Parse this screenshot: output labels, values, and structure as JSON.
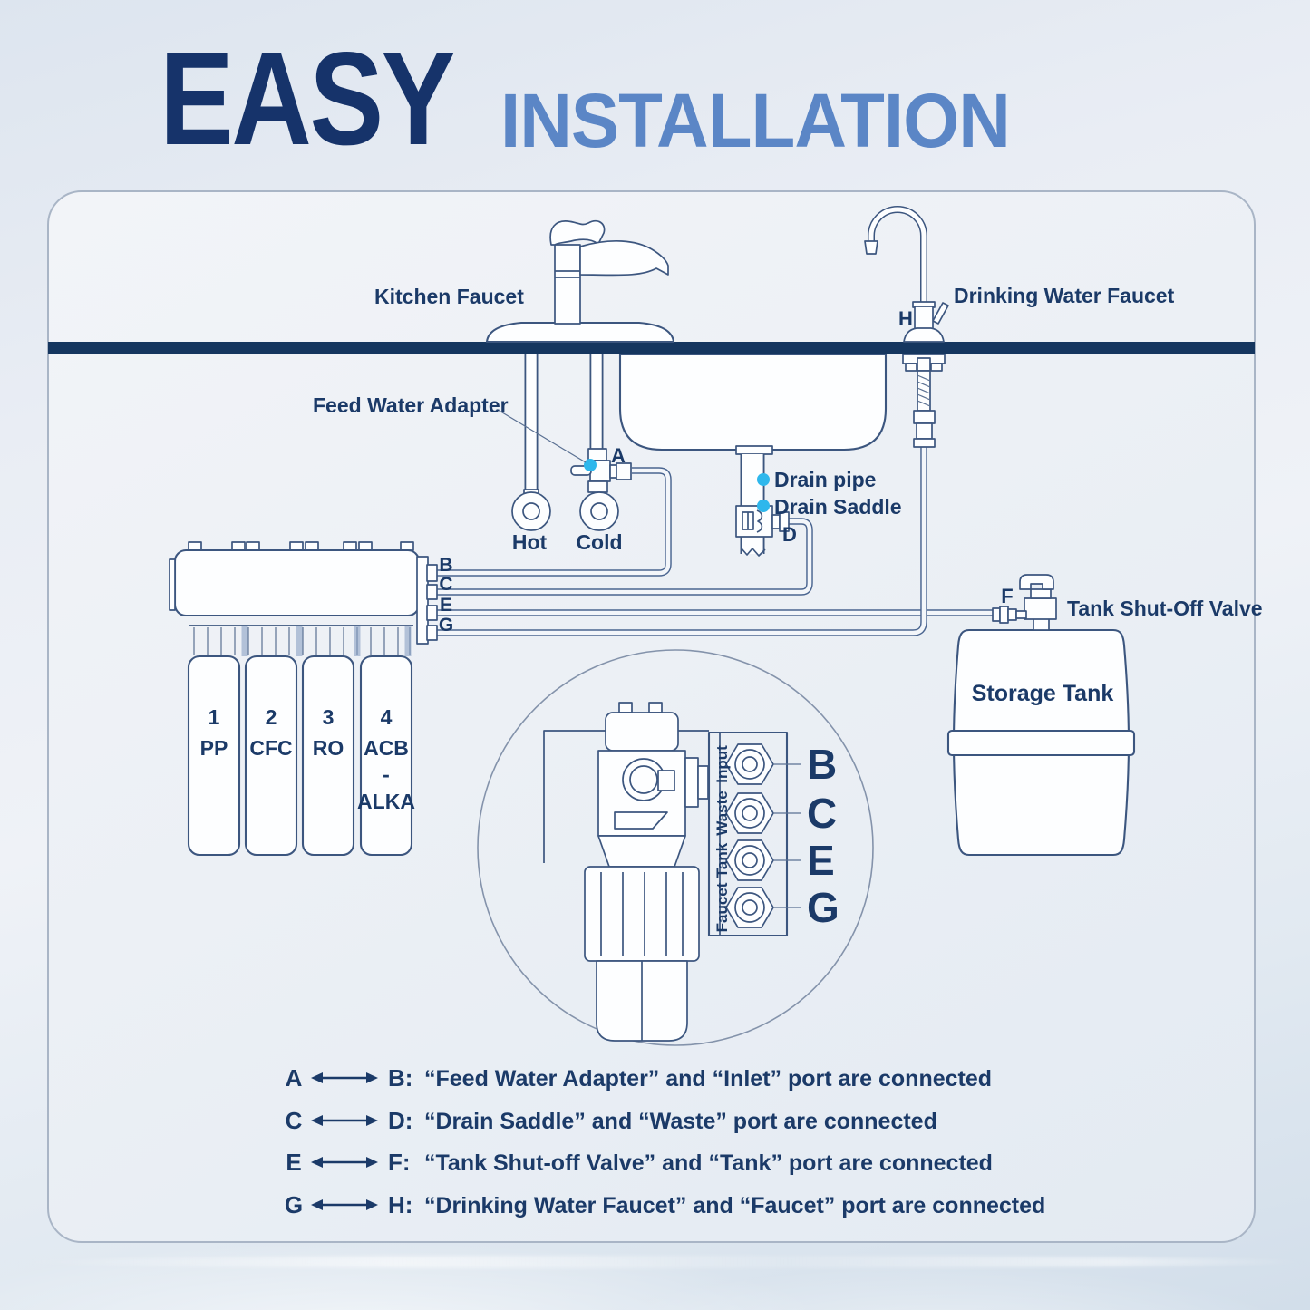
{
  "title": {
    "main": "EASY",
    "sub": "INSTALLATION"
  },
  "colors": {
    "title_main": "#16336a",
    "title_sub": "#5b86c6",
    "diagram_line": "#3c567f",
    "label_text": "#1b3a68",
    "countertop": "#15365f",
    "callout_dot": "#2eb7ec",
    "panel_border": "#a9b5c6"
  },
  "diagram": {
    "labels": {
      "kitchen_faucet": "Kitchen Faucet",
      "drinking_water_faucet": "Drinking Water Faucet",
      "feed_water_adapter": "Feed Water Adapter",
      "hot": "Hot",
      "cold": "Cold",
      "drain_pipe": "Drain pipe",
      "drain_saddle": "Drain Saddle",
      "tank_shut_off_valve": "Tank Shut-Off Valve",
      "storage_tank": "Storage Tank"
    },
    "points": {
      "a": "A",
      "b": "B",
      "c": "C",
      "d": "D",
      "e": "E",
      "f": "F",
      "g": "G",
      "h": "H"
    },
    "manifold_ports": [
      "B",
      "C",
      "E",
      "G"
    ],
    "filters": [
      {
        "lines": [
          "1",
          "PP"
        ]
      },
      {
        "lines": [
          "2",
          "CFC"
        ]
      },
      {
        "lines": [
          "3",
          "RO"
        ]
      },
      {
        "lines": [
          "4",
          "ACB",
          "-",
          "ALKA"
        ]
      }
    ],
    "inset_ports": [
      {
        "name": "Input",
        "letter": "B"
      },
      {
        "name": "Waste",
        "letter": "C"
      },
      {
        "name": "Tank",
        "letter": "E"
      },
      {
        "name": "Faucet",
        "letter": "G"
      }
    ]
  },
  "legend": {
    "rows": [
      {
        "left": "A",
        "right": "B:",
        "text": "“Feed Water Adapter” and “Inlet” port are connected"
      },
      {
        "left": "C",
        "right": "D:",
        "text": "“Drain Saddle” and “Waste” port are connected"
      },
      {
        "left": "E",
        "right": "F:",
        "text": "“Tank Shut-off Valve” and “Tank” port are connected"
      },
      {
        "left": "G",
        "right": "H:",
        "text": "“Drinking Water Faucet” and “Faucet” port are connected"
      }
    ]
  }
}
